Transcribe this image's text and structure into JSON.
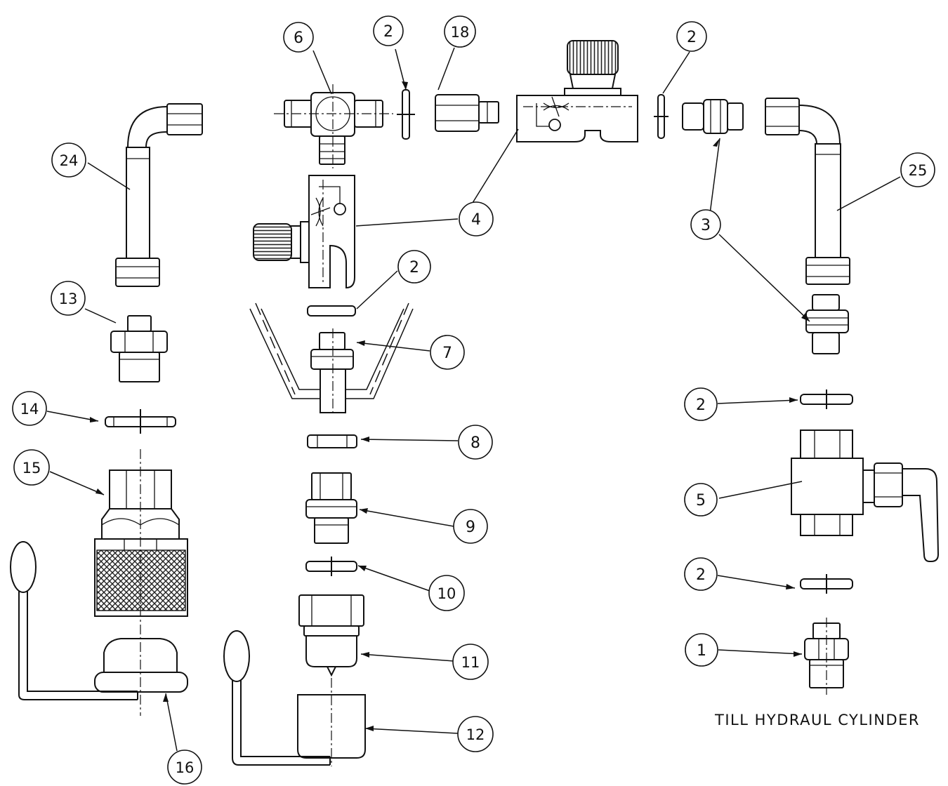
{
  "title": "",
  "callouts": [
    "1",
    "2",
    "3",
    "4",
    "5",
    "6",
    "7",
    "8",
    "9",
    "10",
    "11",
    "12",
    "13",
    "14",
    "15",
    "16",
    "18",
    "24",
    "25"
  ],
  "caption": "TILL HYDRAUL CYLINDER",
  "colors": {
    "line": "#111111",
    "background": "#ffffff"
  }
}
